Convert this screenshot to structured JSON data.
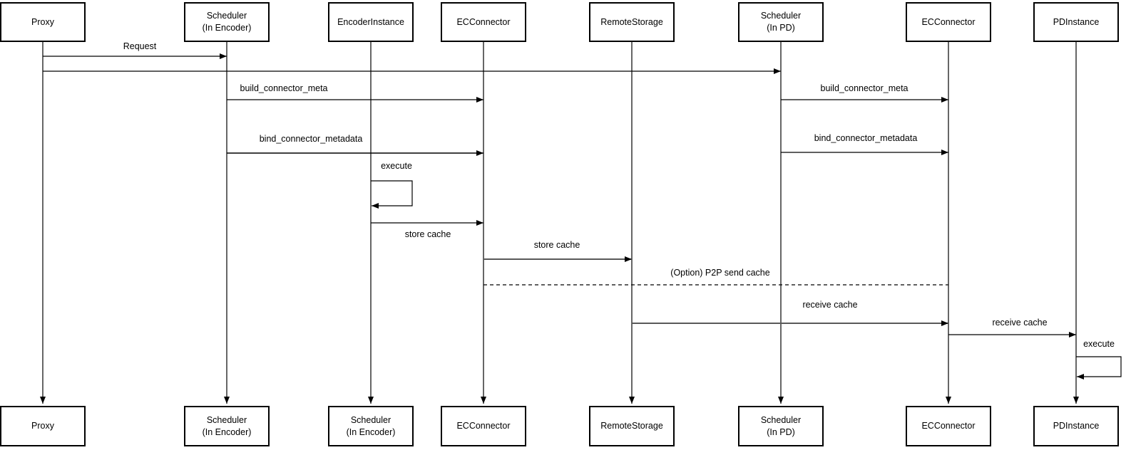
{
  "actors": {
    "proxy": {
      "top": "Proxy",
      "bottom": "Proxy"
    },
    "scheduler_encoder": {
      "top": "Scheduler\n(In Encoder)",
      "bottom": "Scheduler\n(In Encoder)"
    },
    "encoder_instance": {
      "top": "EncoderInstance",
      "bottom": "Scheduler\n(In Encoder)"
    },
    "ec_connector_left": {
      "top": "ECConnector",
      "bottom": "ECConnector"
    },
    "remote_storage": {
      "top": "RemoteStorage",
      "bottom": "RemoteStorage"
    },
    "scheduler_pd": {
      "top": "Scheduler\n(In PD)",
      "bottom": "Scheduler\n(In PD)"
    },
    "ec_connector_right": {
      "top": "ECConnector",
      "bottom": "ECConnector"
    },
    "pd_instance": {
      "top": "PDInstance",
      "bottom": "PDInstance"
    }
  },
  "messages": {
    "request": "Request",
    "build_connector_meta_left": "build_connector_meta",
    "bind_connector_metadata_left": "bind_connector_metadata",
    "execute_encoder": "execute",
    "store_cache_encoder": "store cache",
    "store_cache_remote": "store cache",
    "p2p_send_cache": "(Option) P2P send cache",
    "build_connector_meta_right": "build_connector_meta",
    "bind_connector_metadata_right": "bind_connector_metadata",
    "receive_cache_storage": "receive cache",
    "receive_cache_pd": "receive cache",
    "execute_pd": "execute"
  },
  "colors": {
    "line": "#000000",
    "accent_gray_line": "#595959",
    "background": "#ffffff",
    "text": "#000000"
  }
}
